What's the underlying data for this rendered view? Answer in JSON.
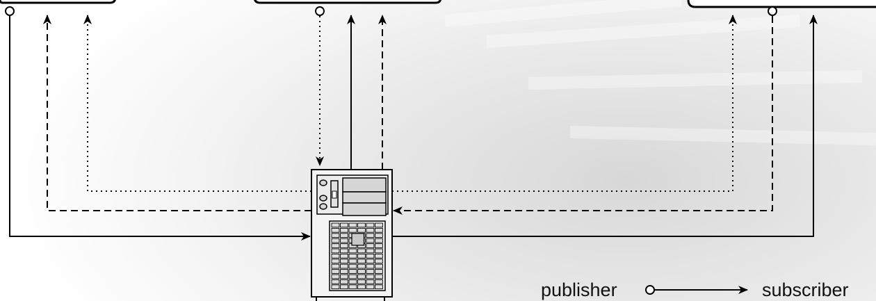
{
  "legend": {
    "publisher_label": "publisher",
    "subscriber_label": "subscriber"
  },
  "colors": {
    "line": "#000000",
    "server_body": "#f4f4f4",
    "server_panel": "#d6d6d6",
    "background_shade": "#d8d8d8"
  },
  "server": {
    "grid_rows": 13,
    "grid_cols": 6
  }
}
